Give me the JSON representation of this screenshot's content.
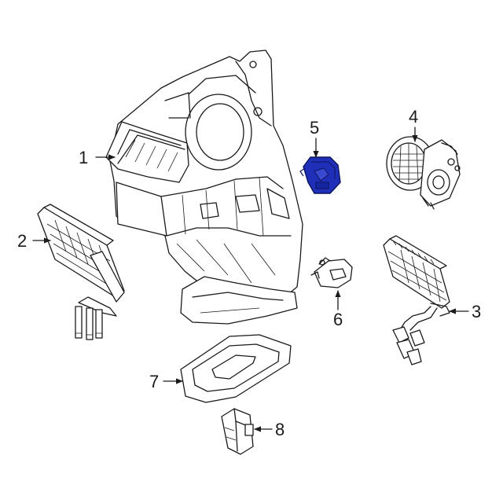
{
  "colors": {
    "line": "#1a1a1a",
    "highlight": "#1f2fb8",
    "highlight_dark": "#0c1560",
    "background": "#ffffff"
  },
  "callouts": [
    {
      "label": "1",
      "part": "hvac-case-assembly"
    },
    {
      "label": "2",
      "part": "heater-core"
    },
    {
      "label": "3",
      "part": "evaporator-core"
    },
    {
      "label": "4",
      "part": "blower-motor"
    },
    {
      "label": "5",
      "part": "actuator-highlighted"
    },
    {
      "label": "6",
      "part": "actuator"
    },
    {
      "label": "7",
      "part": "seal-gasket"
    },
    {
      "label": "8",
      "part": "resistor"
    }
  ],
  "highlighted_part": "5"
}
